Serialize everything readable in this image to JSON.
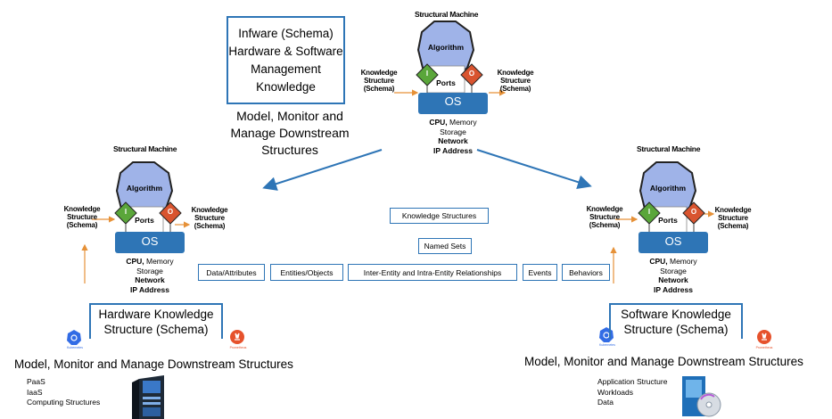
{
  "schema_box": {
    "lines": [
      "Infware (Schema)",
      "Hardware & Software",
      "Management",
      "Knowledge"
    ]
  },
  "schema_caption": [
    "Model, Monitor and",
    "Manage Downstream",
    "Structures"
  ],
  "machine": {
    "title": "Structural Machine",
    "algorithm": "Algorithm",
    "ports": "Ports",
    "os": "OS",
    "port_in": "I",
    "port_out": "O",
    "ks_left": [
      "Knowledge",
      "Structure",
      "(Schema)"
    ],
    "ks_right": [
      "Knowledge",
      "Structure",
      "(Schema)"
    ],
    "specs": {
      "cpu": "CPU,",
      "memory": " Memory",
      "storage": "Storage",
      "network": "Network",
      "ip": "IP Address"
    }
  },
  "center": {
    "knowledge_structures": "Knowledge Structures",
    "named_sets": "Named Sets",
    "items": [
      "Data/Attributes",
      "Entities/Objects",
      "Inter-Entity and Intra-Entity Relationships",
      "Events",
      "Behaviors"
    ]
  },
  "hardware": {
    "box_lines": [
      "Hardware Knowledge",
      "Structure (Schema)"
    ],
    "caption": "Model, Monitor and Manage Downstream Structures",
    "list": [
      "PaaS",
      "IaaS",
      "Computing Structures"
    ],
    "logo_left": "Kubernetes",
    "logo_right": "Prometheus"
  },
  "software": {
    "box_lines": [
      "Software Knowledge",
      "Structure (Schema)"
    ],
    "caption": "Model, Monitor and Manage Downstream Structures",
    "list": [
      "Application Structure",
      "Workloads",
      "Data"
    ],
    "logo_left": "Kubernetes",
    "logo_right": "Prometheus"
  },
  "colors": {
    "accent": "#2e75b6",
    "os_fill": "#2e75b6",
    "algorithm_fill": "#9fb3e8",
    "port_in": "#5aa63a",
    "port_out": "#d9542f",
    "arrow_orange": "#e69138"
  }
}
